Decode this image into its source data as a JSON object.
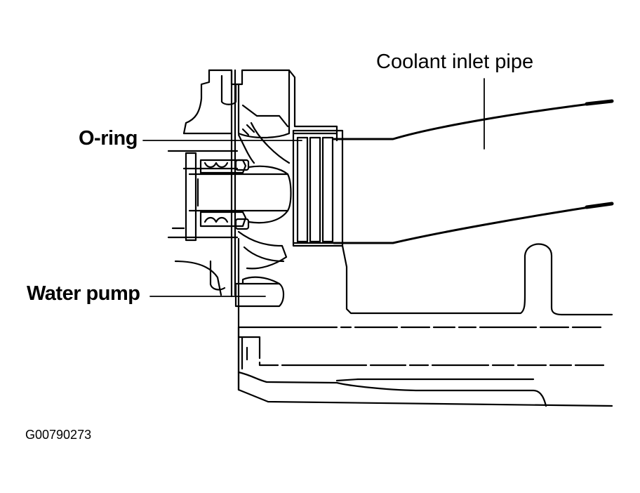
{
  "labels": {
    "coolant_inlet_pipe": "Coolant inlet pipe",
    "o_ring": "O-ring",
    "water_pump": "Water pump"
  },
  "figure_id": "G00790273",
  "colors": {
    "line": "#000000",
    "background": "#ffffff"
  }
}
